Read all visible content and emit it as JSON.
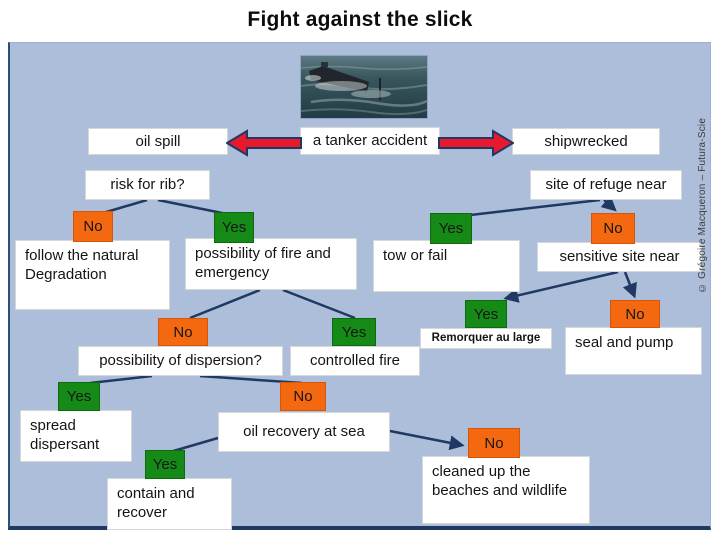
{
  "title": "Fight against the slick",
  "credit": "© Grégoire Macqueron – Futura-Scie",
  "labels": {
    "yes": "Yes",
    "no": "No"
  },
  "nodes": {
    "oil_spill": "oil spill",
    "tanker_accident": "a tanker accident",
    "shipwrecked": "shipwrecked",
    "risk_for_rib": "risk for rib?",
    "site_of_refuge": "site of refuge near",
    "follow_natural": "follow the natural Degradation",
    "fire_emergency": "possibility of fire and emergency",
    "tow_or_fail": "tow or fail",
    "sensitive_site": "sensitive site near",
    "dispersion": "possibility of dispersion?",
    "controlled_fire": "controlled fire",
    "remorquer": "Remorquer au large",
    "seal_pump": "seal and pump",
    "spread_dispersant": "spread dispersant",
    "oil_recovery": "oil recovery at sea",
    "contain_recover": "contain and recover",
    "cleaned_up": "cleaned up the beaches and wildlife"
  },
  "colors": {
    "yes_green": "#168a16",
    "no_orange": "#f4690f",
    "connector_navy": "#1f3864",
    "arrow_red": "#e8192c",
    "panel_background": "#adbedb"
  }
}
